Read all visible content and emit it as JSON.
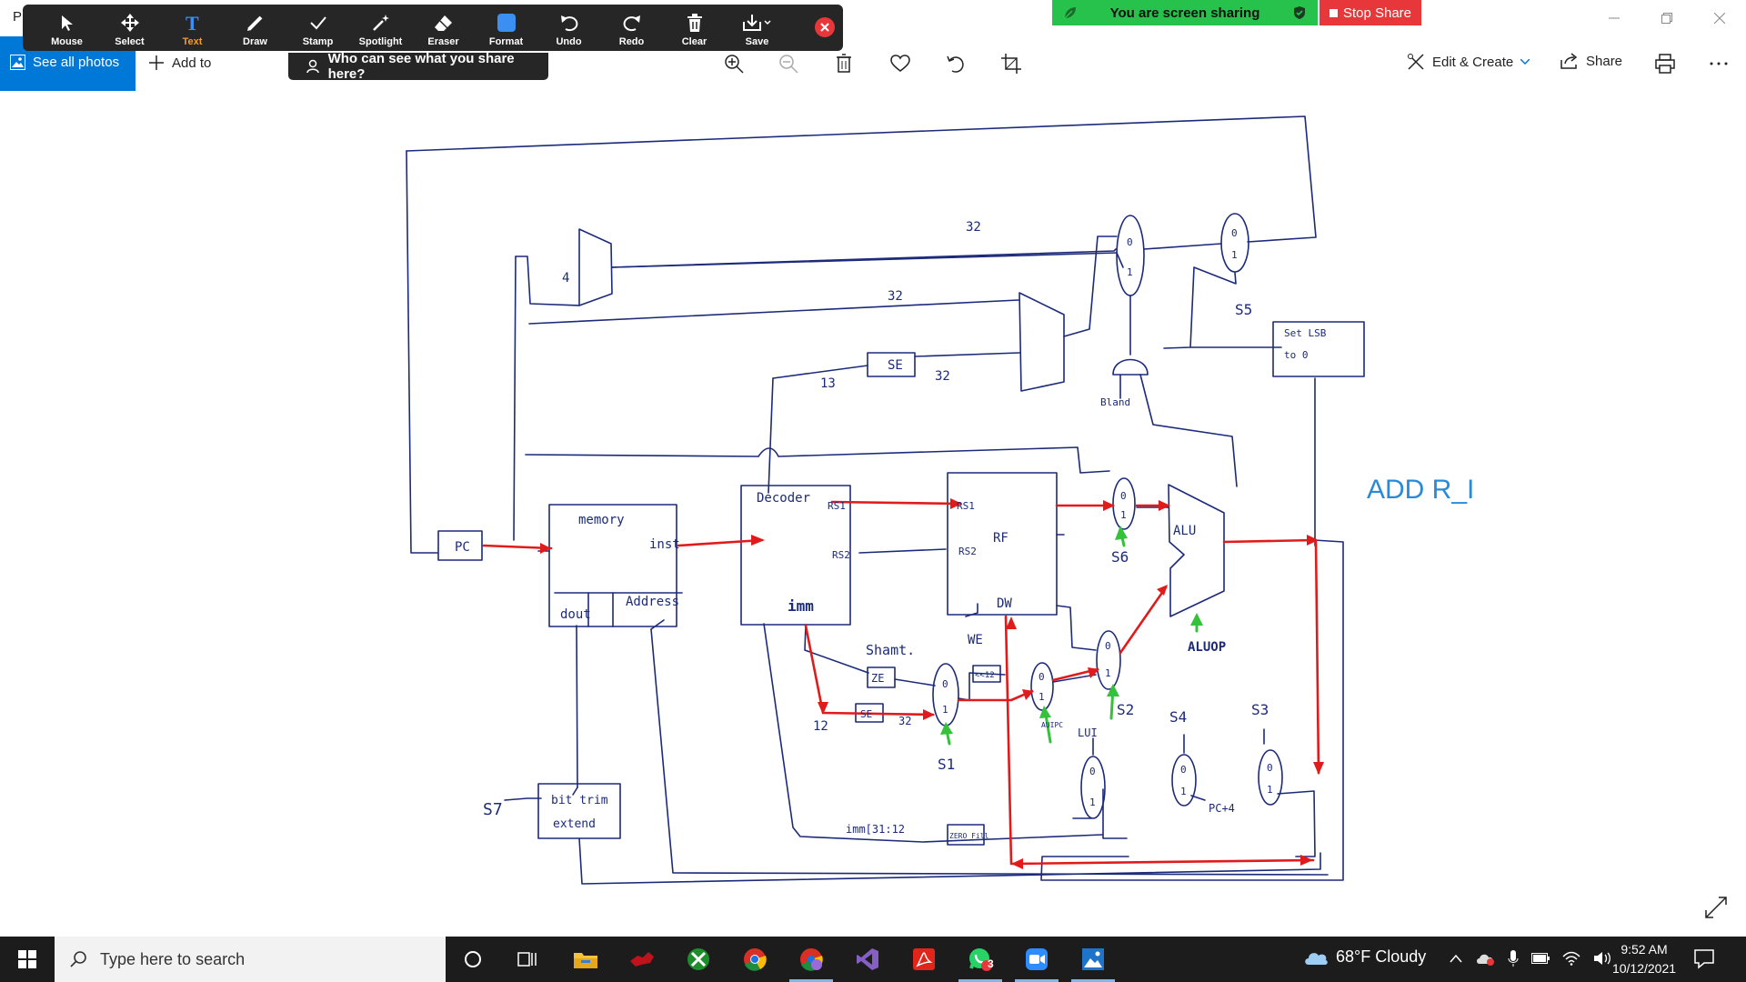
{
  "app": {
    "initial": "Pl"
  },
  "zoom_toolbar": {
    "tools": [
      {
        "label": "Mouse",
        "icon": "cursor-icon"
      },
      {
        "label": "Select",
        "icon": "move-icon"
      },
      {
        "label": "Text",
        "icon": "text-icon",
        "active": true
      },
      {
        "label": "Draw",
        "icon": "pen-icon"
      },
      {
        "label": "Stamp",
        "icon": "check-icon"
      },
      {
        "label": "Spotlight",
        "icon": "wand-icon"
      },
      {
        "label": "Eraser",
        "icon": "eraser-icon"
      },
      {
        "label": "Format",
        "icon": "format-icon"
      },
      {
        "label": "Undo",
        "icon": "undo-icon"
      },
      {
        "label": "Redo",
        "icon": "redo-icon"
      },
      {
        "label": "Clear",
        "icon": "trash-icon"
      },
      {
        "label": "Save",
        "icon": "save-icon"
      }
    ],
    "active_color": "#f29b2f",
    "format_color": "#3b8ff3"
  },
  "share": {
    "banner_text": "You are screen sharing",
    "stop_label": "Stop Share",
    "banner_color": "#27c24c",
    "stop_color": "#e8373b"
  },
  "photos_bar": {
    "see_all_label": "See all photos",
    "add_to_label": "Add to",
    "who_share_label": "Who can see what you share here?",
    "edit_create_label": "Edit & Create",
    "share_label": "Share",
    "accent": "#0078d7"
  },
  "diagram": {
    "annotation": "ADD R_I",
    "annotation_color": "#2b8ad6",
    "labels": {
      "pc": "PC",
      "memory": "memory",
      "inst": "inst",
      "address": "Address",
      "dout": "dout",
      "decoder": "Decoder",
      "rs1": "RS1",
      "rs2": "RS2",
      "imm": "imm",
      "rf_rs1": "RS1",
      "rf_rs2": "RS2",
      "rf": "RF",
      "dw": "DW",
      "we": "WE",
      "alu": "ALU",
      "aluop": "ALUOP",
      "se_top": "SE",
      "four": "4",
      "b32a": "32",
      "b32b": "32",
      "b32c": "32",
      "b32d": "32",
      "b13": "13",
      "b12": "12",
      "shamt": "Shamt.",
      "ze": "ZE",
      "se_bottom": "SE",
      "s1": "S1",
      "s2": "S2",
      "s3": "S3",
      "s4": "S4",
      "s5": "S5",
      "s6": "S6",
      "s7": "S7",
      "lui": "LUI",
      "auipc": "AUIPC",
      "pc4": "PC+4",
      "bland": "Bland",
      "setlsb_1": "Set LSB",
      "setlsb_2": "to 0",
      "bittrim_1": "bit trim",
      "bittrim_2": "extend",
      "imm3112": "imm[31:12",
      "zero_fill": "ZERO Fill",
      "sll": "<<12",
      "mux0": "0",
      "mux1": "1"
    }
  },
  "taskbar": {
    "search_placeholder": "Type here to search",
    "weather": "68°F  Cloudy",
    "time": "9:52 AM",
    "date": "10/12/2021",
    "whatsapp_badge": "3"
  }
}
